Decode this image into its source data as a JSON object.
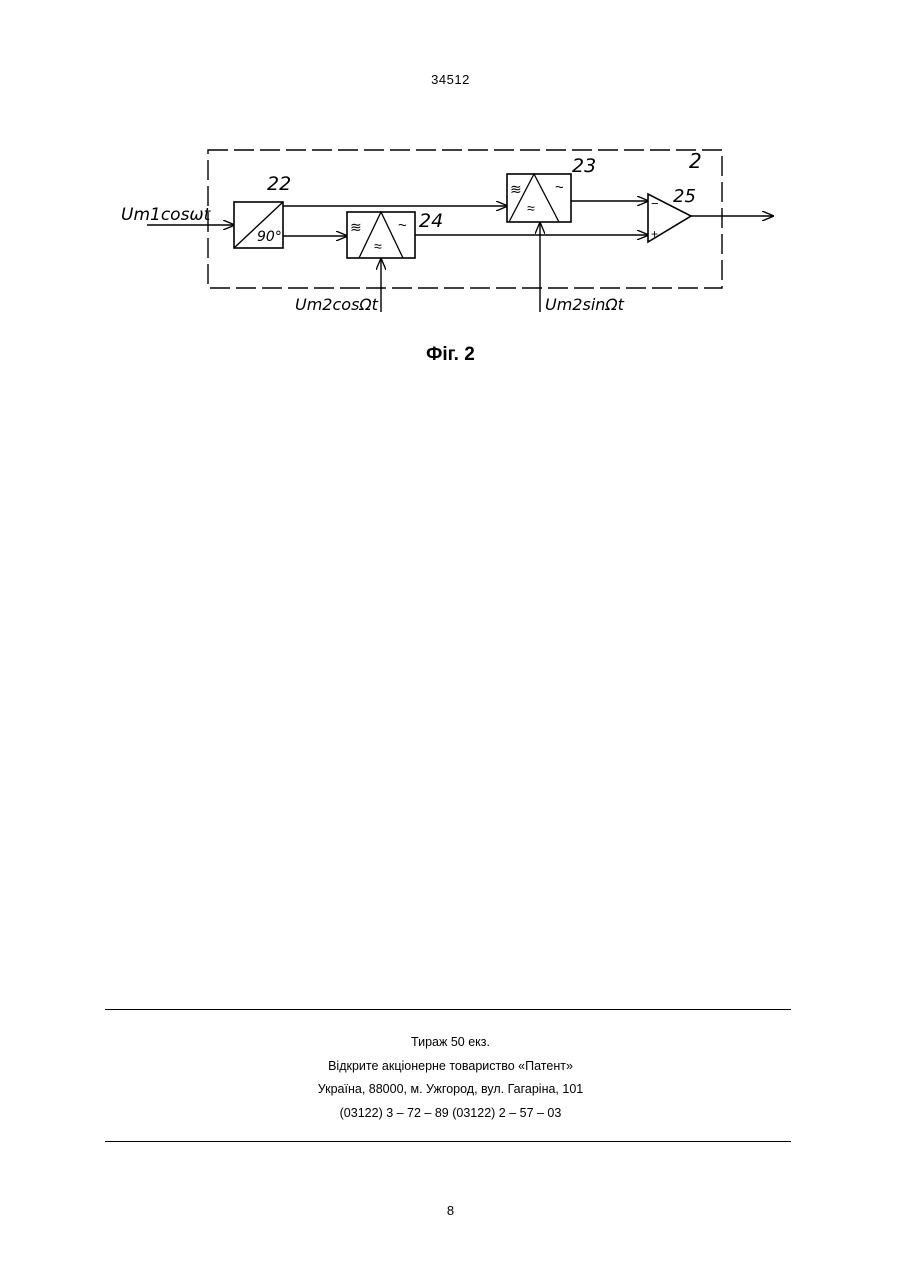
{
  "page": {
    "doc_number": "34512",
    "page_number": "8"
  },
  "figure": {
    "caption": "Фіг. 2",
    "labels": {
      "block_22": "22",
      "block_23": "23",
      "block_24": "24",
      "block_25": "25",
      "unit_2": "2",
      "phase_shift": "90°",
      "input_signal": "Um1cosωt",
      "mod_cos": "Um2cosΩt",
      "mod_sin": "Um2sinΩt",
      "minus_sign": "−",
      "plus_sign": "+"
    }
  },
  "imprint": {
    "line1": "Тираж 50 екз.",
    "line2": "Відкрите акціонерне товариство «Патент»",
    "line3": "Україна, 88000, м. Ужгород, вул. Гагаріна, 101",
    "line4": "(03122) 3 – 72 – 89   (03122) 2 – 57 – 03"
  }
}
